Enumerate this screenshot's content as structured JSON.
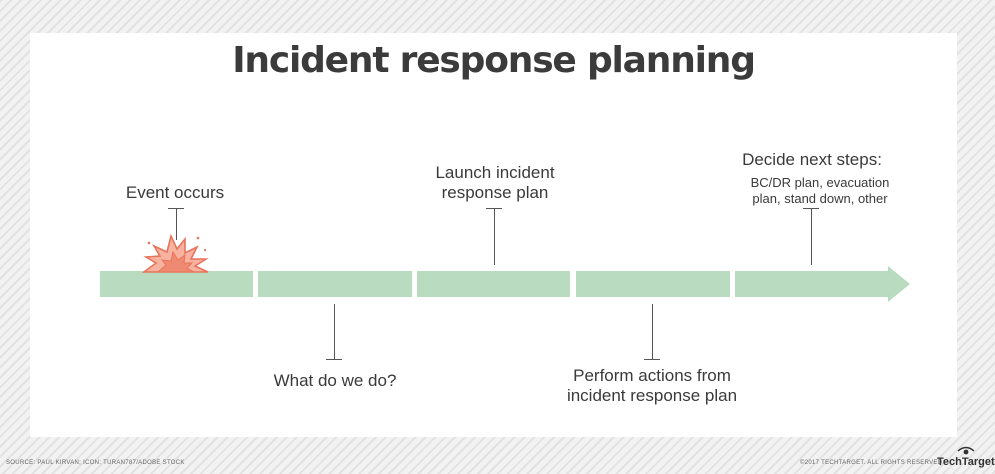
{
  "title": "Incident response planning",
  "events": {
    "event_occurs": "Event occurs",
    "what_do_we_do": "What do we do?",
    "launch_line1": "Launch incident",
    "launch_line2": "response plan",
    "perform_line1": "Perform actions from",
    "perform_line2": "incident response plan",
    "decide_title": "Decide next steps:",
    "decide_line1": "BC/DR plan, evacuation",
    "decide_line2": "plan, stand down, other"
  },
  "colors": {
    "timeline": "#b9dcc0",
    "explosion_fill": "#f7b3a0",
    "explosion_stroke": "#e8735a",
    "title": "#3b3b3b"
  },
  "icons": {
    "event": "explosion-icon",
    "brand": "eye-logo-icon"
  },
  "footer": {
    "source": "SOURCE: PAUL KIRVAN; ICON: TURAN787/ADOBE STOCK",
    "copyright": "©2017 TECHTARGET. ALL RIGHTS RESERVED",
    "brand": "TechTarget"
  }
}
